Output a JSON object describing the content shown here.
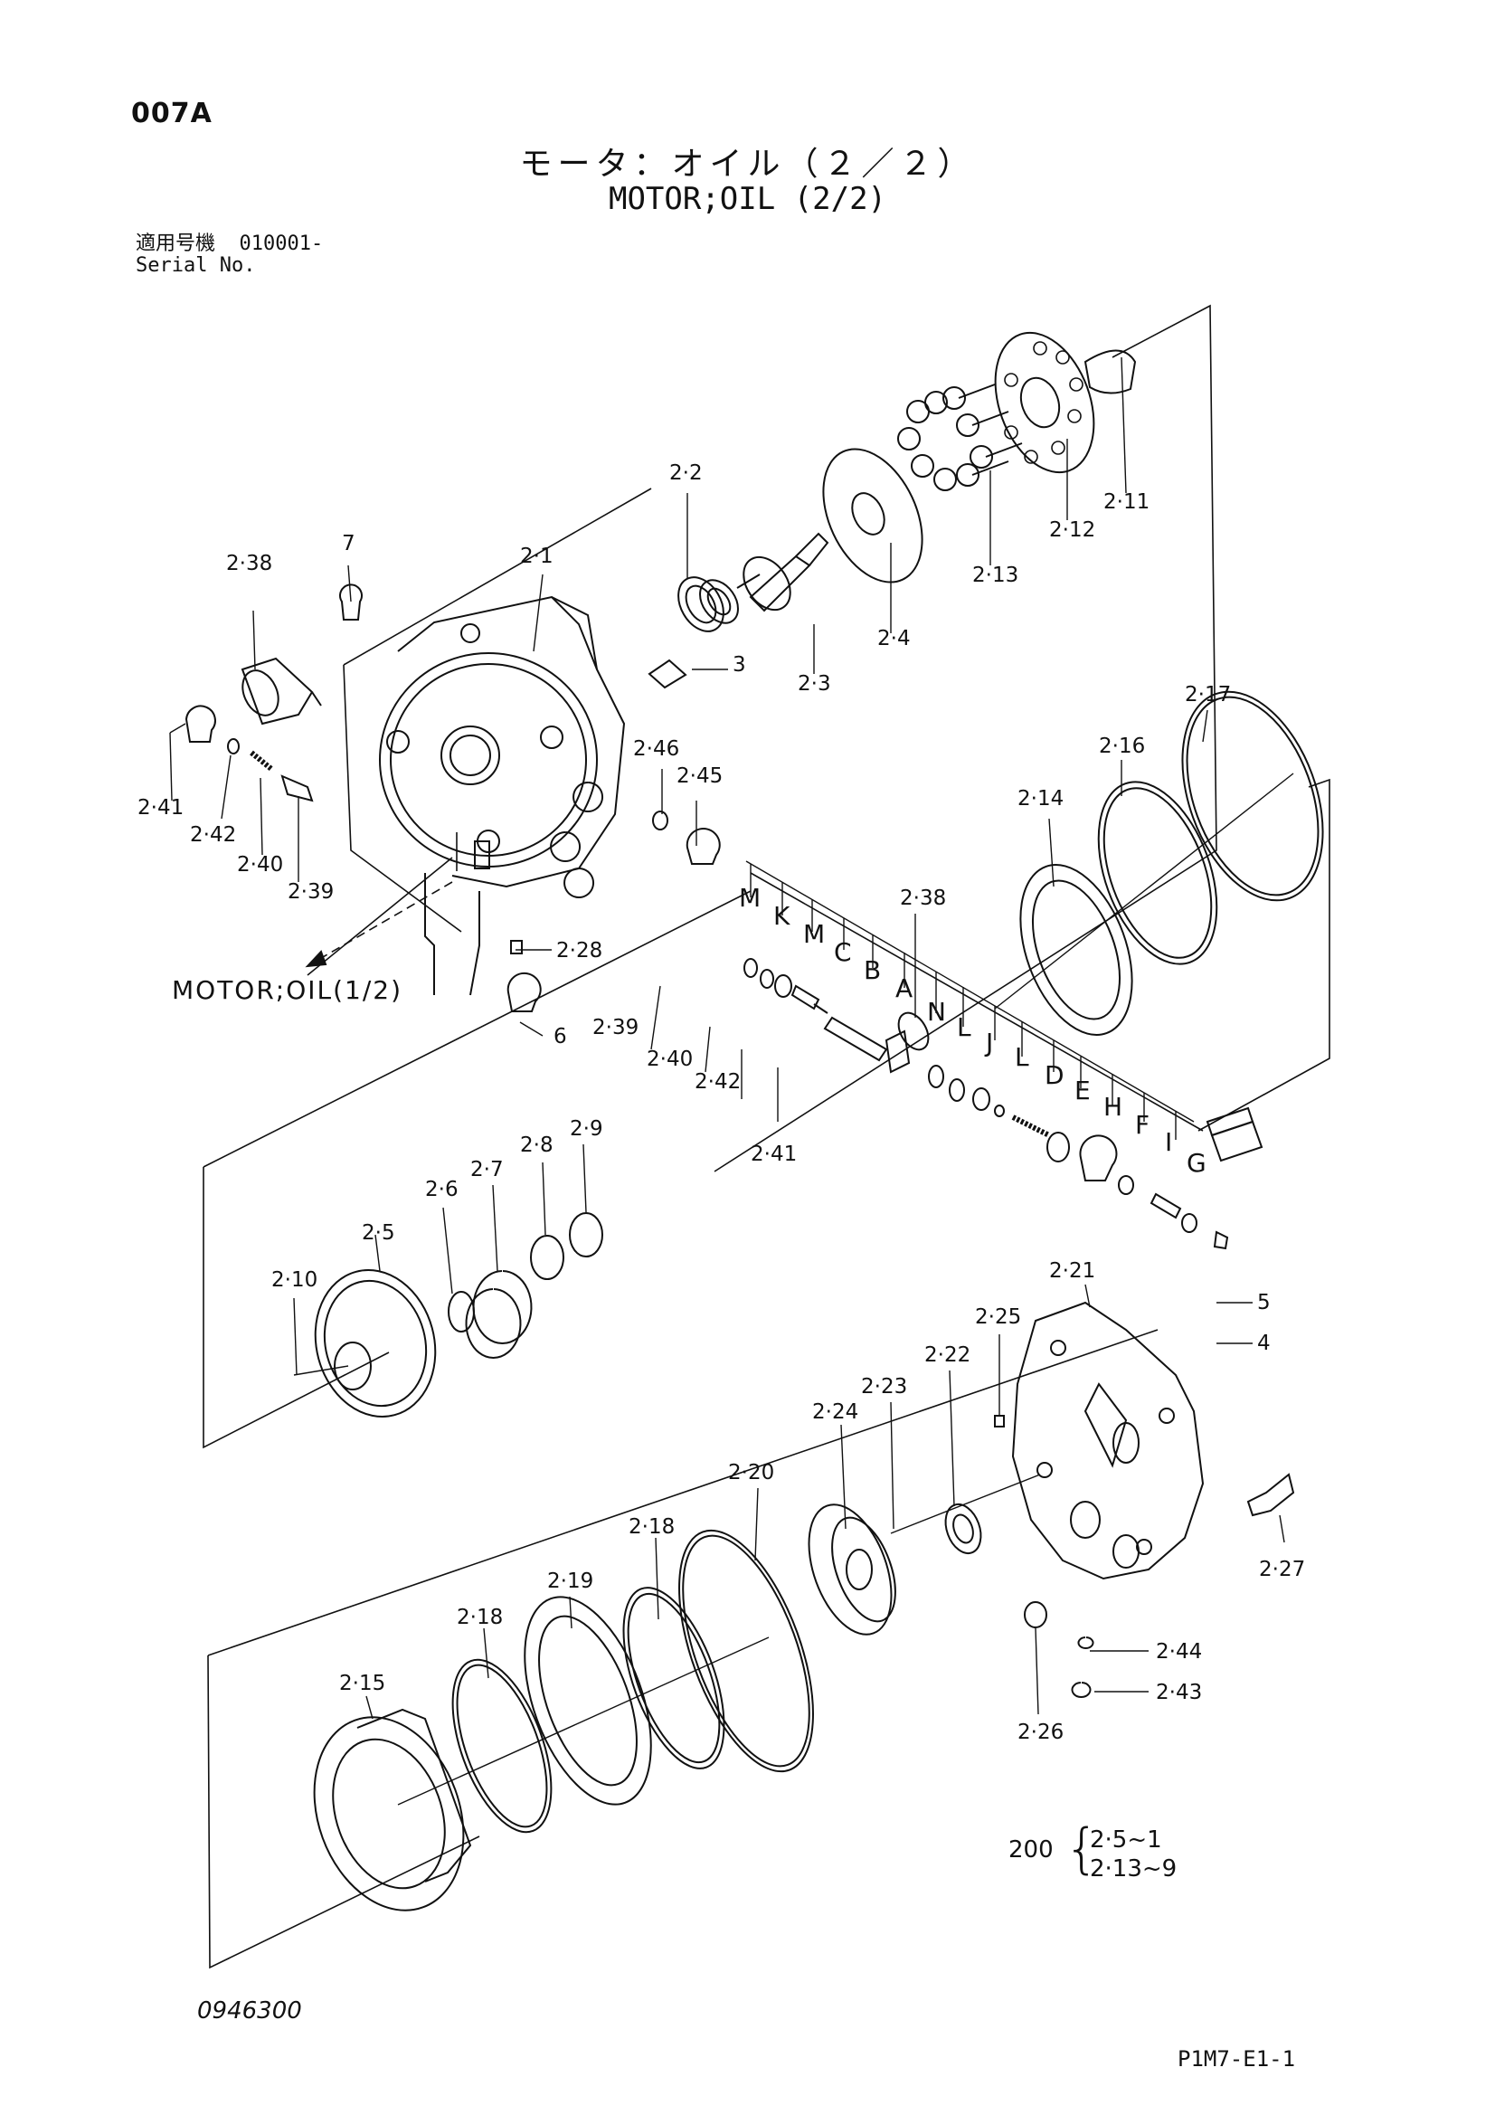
{
  "header": {
    "page_code": "007A",
    "title_jp": "モータ：オイル（２／２）",
    "title_en": "MOTOR;OIL (2/2)",
    "serial_label_jp": "適用号機",
    "serial_value": "010001-",
    "serial_label_en": "Serial No."
  },
  "diagram": {
    "labels": [
      "2·1",
      "2·2",
      "2·3",
      "2·4",
      "2·5",
      "2·6",
      "2·7",
      "2·8",
      "2·9",
      "2·10",
      "2·11",
      "2·12",
      "2·13",
      "2·14",
      "2·15",
      "2·16",
      "2·17",
      "2·18",
      "2·18",
      "2·19",
      "2·20",
      "2·21",
      "2·22",
      "2·23",
      "2·24",
      "2·25",
      "2·26",
      "2·27",
      "2·28",
      "2·38",
      "2·38",
      "2·39",
      "2·39",
      "2·40",
      "2·40",
      "2·41",
      "2·41",
      "2·42",
      "2·42",
      "2·43",
      "2·44",
      "2·45",
      "2·46",
      "3",
      "4",
      "5",
      "6",
      "7",
      "M",
      "K",
      "M",
      "C",
      "B",
      "A",
      "N",
      "L",
      "J",
      "L",
      "D",
      "E",
      "H",
      "F",
      "I",
      "G"
    ],
    "reference_text": "MOTOR;OIL(1/2)"
  },
  "assembly_note": {
    "number": "200",
    "items": [
      "2·5~1",
      "2·13~9"
    ]
  },
  "footer": {
    "doc_number": "0946300",
    "page_ref": "P1M7-E1-1"
  },
  "colors": {
    "ink": "#111111",
    "paper": "#ffffff"
  }
}
